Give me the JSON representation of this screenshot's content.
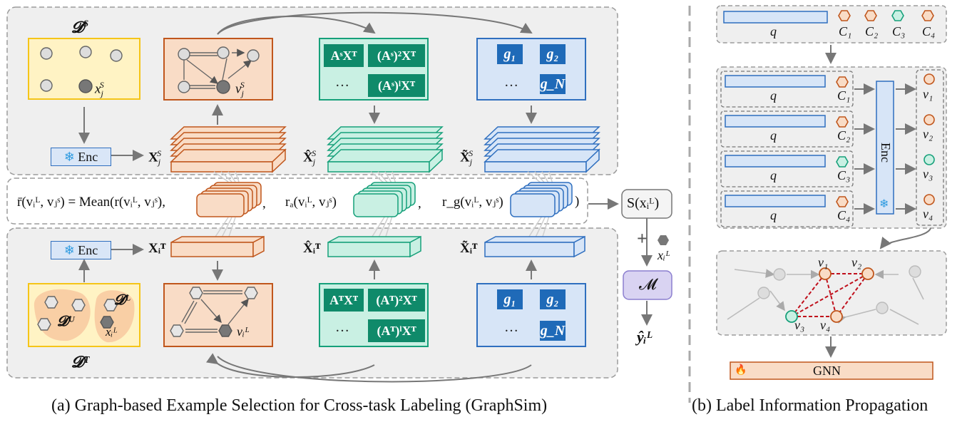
{
  "panel_a": {
    "caption": "(a) Graph-based Example Selection for Cross-task Labeling (GraphSim)",
    "top": {
      "dataset": "𝓓",
      "dataset_sup": "S",
      "node": "x",
      "node_sub": "j",
      "node_sup": "S",
      "graph_node": "v",
      "graph_node_sub": "j",
      "graph_node_sup": "S",
      "enc": "Enc",
      "feat_x": "X",
      "feat_x_sub": "j",
      "feat_x_sup": "S",
      "feat_xhat": "X̂",
      "feat_xtilde": "X̃",
      "matrix_tiles": [
        "AˢXᵀ",
        "(Aˢ)²Xᵀ",
        "…",
        "(Aˢ)ˡXᵀ"
      ],
      "filter_tiles": [
        "g₁",
        "g₂",
        "…",
        "g_N"
      ]
    },
    "middle": {
      "mean_expr": "r̄(vᵢᴸ, vⱼˢ) = Mean(r(vᵢᴸ, vⱼˢ),",
      "ra_expr": "rₐ(vᵢᴸ, vⱼˢ)",
      "rg_expr": "r_g(vᵢᴸ, vⱼˢ)",
      "comma1": ",",
      "comma2": ",",
      "close": ")",
      "score": "S(xᵢᴸ)",
      "plus": "+",
      "query": "xᵢᴸ",
      "model": "𝓜",
      "output": "ŷᵢᴸ"
    },
    "bottom": {
      "enc": "Enc",
      "feat_x": "Xᵢᵀ",
      "feat_xhat": "X̂ᵢᵀ",
      "feat_xtilde": "X̃ᵢᵀ",
      "dataset_t": "𝓓ᵀ",
      "dataset_u": "𝓓ᵁ",
      "dataset_l": "𝓓ᴸ",
      "query_node": "xᵢᴸ",
      "graph_node": "vᵢᴸ",
      "matrix_tiles": [
        "AᵀXᵀ",
        "(Aᵀ)²Xᵀ",
        "…",
        "(Aᵀ)ˡXᵀ"
      ],
      "filter_tiles": [
        "g₁",
        "g₂",
        "…",
        "g_N"
      ]
    }
  },
  "panel_b": {
    "caption": "(b) Label Information Propagation",
    "query": "q",
    "candidates": [
      "C₁",
      "C₂",
      "C₃",
      "C₄"
    ],
    "enc": "Enc",
    "outputs": [
      "v₁",
      "v₂",
      "v₃",
      "v₄"
    ],
    "graph_nodes": [
      "v₁",
      "v₂",
      "v₃",
      "v₄"
    ],
    "gnn": "GNN"
  },
  "colors": {
    "orange_fill": "#f9dcc6",
    "orange_edge": "#c0561c",
    "green_fill": "#c9f0e3",
    "green_edge": "#16a07a",
    "blue_fill": "#d7e5f7",
    "blue_edge": "#2f6fbf",
    "yellow_fill": "#fff3c4",
    "yellow_edge": "#f5c518",
    "panel_bg": "#efefef",
    "panel_edge": "#9b9b9b",
    "purple_fill": "#d9d3f2",
    "red_dash": "#c0101c"
  },
  "icons": [
    "snowflake-icon",
    "flame-icon",
    "hexagon-icon",
    "node-icon"
  ]
}
